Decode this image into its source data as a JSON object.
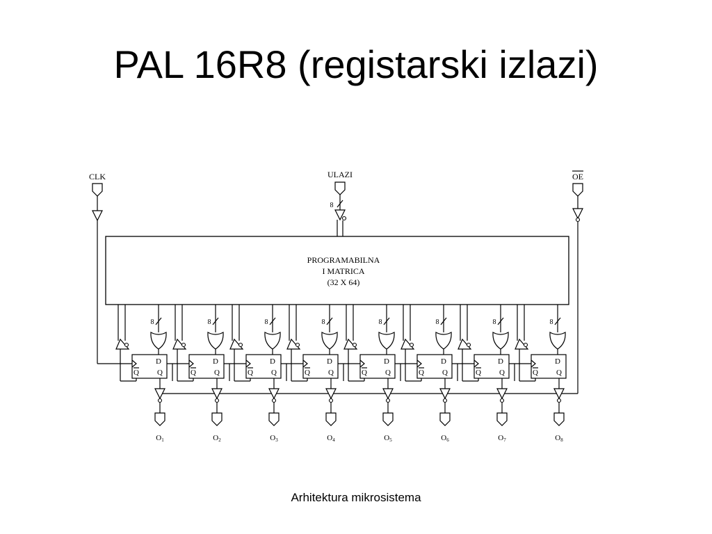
{
  "slide": {
    "title": "PAL 16R8 (registarski izlazi)",
    "footer": "Arhitektura mikrosistema"
  },
  "diagram": {
    "inputs": {
      "clk": "CLK",
      "ulazi": "ULAZI",
      "oe": "OE"
    },
    "bus_width": "8",
    "matrix": {
      "line1": "PROGRAMABILNA",
      "line2": "I MATRICA",
      "line3": "(32 X 64)"
    },
    "or_bus_width": "8",
    "flipflop": {
      "d": "D",
      "q": "Q",
      "q_bar": "Q"
    },
    "outputs": [
      {
        "label": "O",
        "sub": "1"
      },
      {
        "label": "O",
        "sub": "2"
      },
      {
        "label": "O",
        "sub": "3"
      },
      {
        "label": "O",
        "sub": "4"
      },
      {
        "label": "O",
        "sub": "5"
      },
      {
        "label": "O",
        "sub": "6"
      },
      {
        "label": "O",
        "sub": "7"
      },
      {
        "label": "O",
        "sub": "8"
      }
    ]
  }
}
